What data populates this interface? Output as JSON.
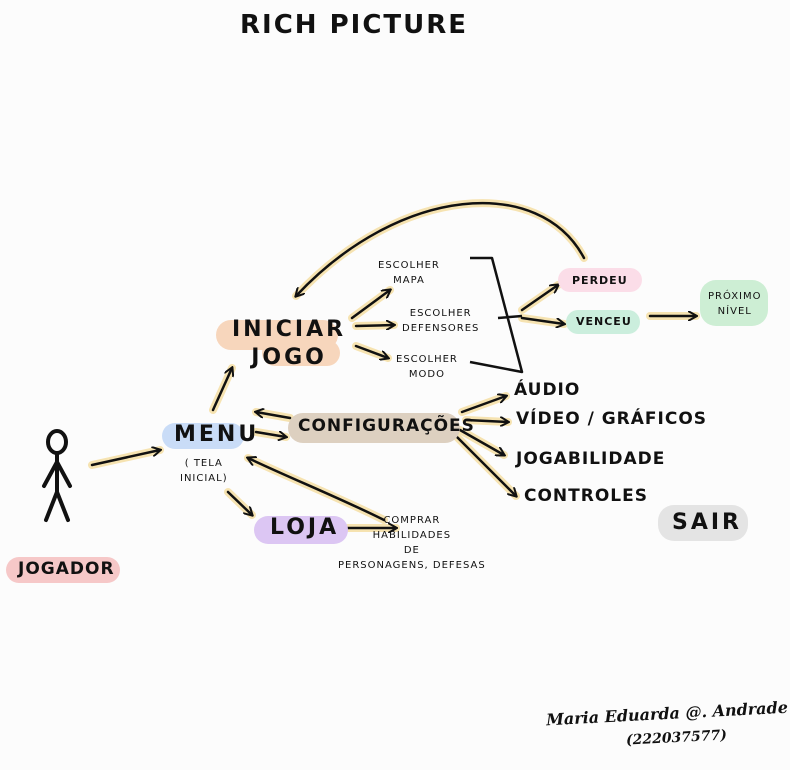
{
  "title": "RICH PICTURE",
  "actor": {
    "label": "JOGADOR",
    "icon": "stick-figure-icon"
  },
  "menu": {
    "label": "MENU",
    "sublabel": "( TELA\nINICIAL)"
  },
  "iniciar_jogo": {
    "label": "INICIAR\nJOGO"
  },
  "game_options": {
    "escolher_mapa": "ESCOlHER\nMAPA",
    "escolher_defensores": "ESCOlHER\nDEFENSORES",
    "escolher_modo": "ESCOlHER\nMODO"
  },
  "outcomes": {
    "perdeu": "PERDEU",
    "venceu": "VENCEU",
    "proximo_nivel": "PRÓXIMO\nNÍVEL"
  },
  "configuracoes": {
    "label": "CONFIGURAÇÕES",
    "items": [
      "ÁUDIO",
      "VÍDEO / GRÁFICOS",
      "JOGABILIDADE",
      "CONTROLES"
    ]
  },
  "loja": {
    "label": "LOJA",
    "description": "COMPRAR\nHABILIDADES\nDE\nPERSONAGENS, DEFESAS"
  },
  "sair": {
    "label": "SAIR"
  },
  "signature": {
    "name": "Maria Eduarda @. Andrade",
    "id": "(222037577)"
  },
  "colors": {
    "menu": "#c9dcf7",
    "iniciar_jogo": "#f7d6bc",
    "perdeu": "#fbdde8",
    "venceu": "#cbeedd",
    "proximo_nivel": "#cdeed4",
    "configuracoes": "#ddd0c0",
    "loja": "#dcc6f3",
    "sair": "#e4e4e4",
    "jogador": "#f6c8c8",
    "arrow_glow": "#f6e3b1",
    "ink": "#111111"
  }
}
